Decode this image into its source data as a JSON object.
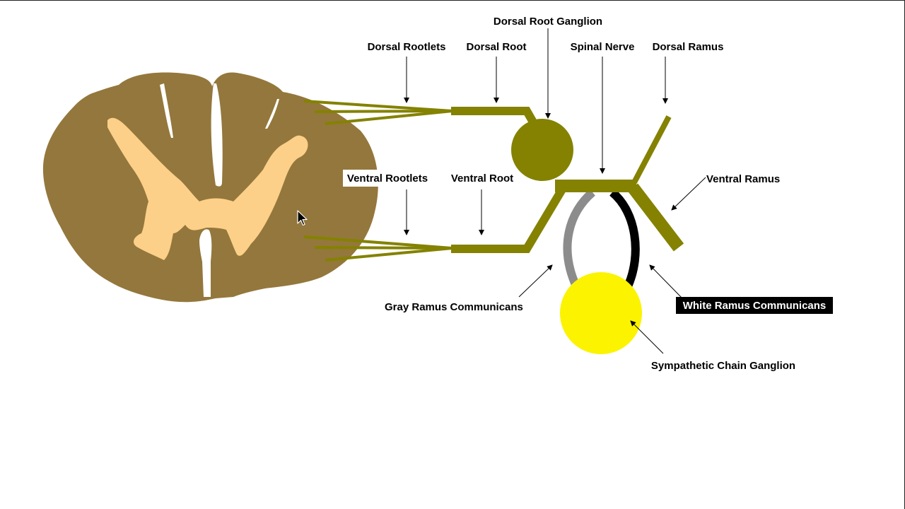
{
  "labels": {
    "dorsal_root_ganglion": "Dorsal Root Ganglion",
    "dorsal_rootlets": "Dorsal Rootlets",
    "dorsal_root": "Dorsal Root",
    "spinal_nerve": "Spinal Nerve",
    "dorsal_ramus": "Dorsal Ramus",
    "ventral_rootlets": "Ventral Rootlets",
    "ventral_root": "Ventral Root",
    "ventral_ramus": "Ventral Ramus",
    "gray_ramus_communicans": "Gray Ramus Communicans",
    "white_ramus_communicans": "White Ramus Communicans",
    "sympathetic_chain_ganglion": "Sympathetic Chain Ganglion"
  },
  "colors": {
    "white_matter": "#94773c",
    "gray_matter": "#fcd088",
    "nerve": "#848200",
    "ganglion": "#848200",
    "gray_ramus": "#8c8c8c",
    "white_ramus": "#000000",
    "sympathetic_ganglion": "#fbf300",
    "highlight_bg": "#000000"
  },
  "icons": {
    "cursor": "mouse-pointer-icon"
  }
}
